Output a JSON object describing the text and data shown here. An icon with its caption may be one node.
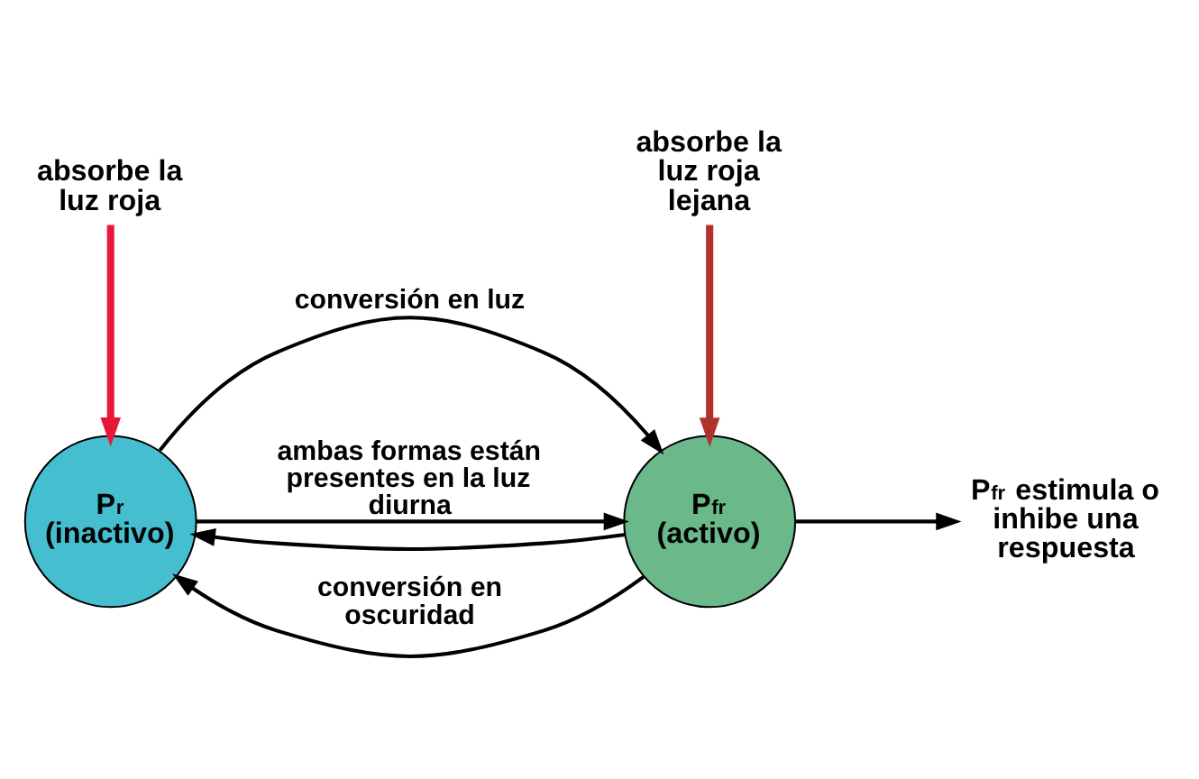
{
  "diagram": {
    "nodes": [
      {
        "text": [
          "absorbe la luz roja"
        ]
      },
      {
        "text": [
          "absorbe la luz roja lejana"
        ]
      },
      {
        "text": [
          "P$_{r}$",
          "(inactivo)"
        ]
      },
      {
        "text": [
          "P$_{fr}$",
          "(activo)"
        ]
      },
      {
        "text": [
          "P$_{fr}$ estimula o inhibe una respuesta"
        ]
      }
    ],
    "edges": [
      {
        "from": 0,
        "to": 2,
        "arrow": "to",
        "color": "#e8173a",
        "style": "thick"
      },
      {
        "from": 1,
        "to": 3,
        "arrow": "to",
        "color": "#b0322a",
        "style": "thick"
      },
      {
        "from": 2,
        "to": 3,
        "arrow": "to",
        "label": "conversión en luz"
      },
      {
        "from": 2,
        "to": 3,
        "arrow": "to",
        "label": "ambas formas están presentes en la luz diurna"
      },
      {
        "from": 3,
        "to": 2,
        "arrow": "to"
      },
      {
        "from": 3,
        "to": 2,
        "arrow": "to",
        "label": "conversión en oscuridad"
      },
      {
        "from": 3,
        "to": 4,
        "arrow": "to"
      }
    ]
  }
}
